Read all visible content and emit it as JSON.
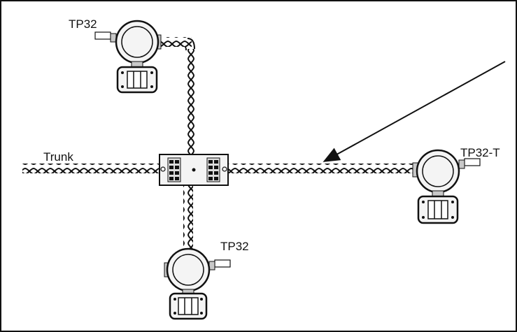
{
  "diagram": {
    "labels": {
      "trunk": "Trunk",
      "device_top": "TP32",
      "device_bottom": "TP32",
      "device_right": "TP32-T"
    },
    "colors": {
      "line": "#111111",
      "device_fill": "#f4f4f4",
      "device_shade": "#c8c8c8",
      "background": "#ffffff"
    }
  }
}
